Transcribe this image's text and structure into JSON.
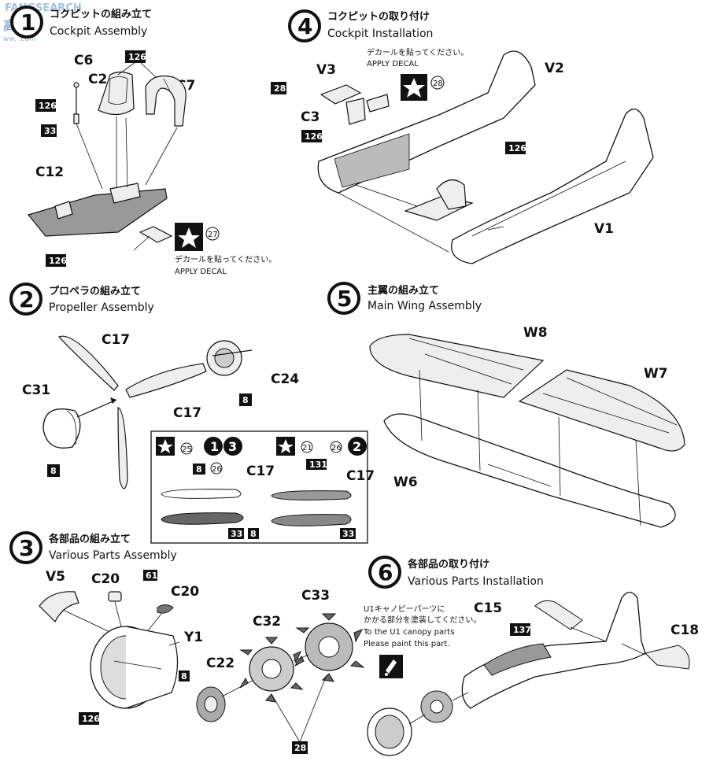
{
  "watermark": {
    "text": "FANGSEARCH",
    "site": "ww. .com",
    "cn": "高 中"
  },
  "steps": [
    {
      "num": "1",
      "jp": "コクピットの組み立て",
      "en": "Cockpit Assembly"
    },
    {
      "num": "2",
      "jp": "プロペラの組み立て",
      "en": "Propeller Assembly"
    },
    {
      "num": "3",
      "jp": "各部品の組み立て",
      "en": "Various Parts Assembly"
    },
    {
      "num": "4",
      "jp": "コクピットの取り付け",
      "en": "Cockpit Installation"
    },
    {
      "num": "5",
      "jp": "主翼の組み立て",
      "en": "Main Wing Assembly"
    },
    {
      "num": "6",
      "jp": "各部品の取り付け",
      "en": "Various Parts Installation"
    }
  ],
  "decal": {
    "jp": "デカールを貼ってください。",
    "en": "APPLY DECAL"
  },
  "paint_note": {
    "jp1": "U1キャノピーパーツに",
    "jp2": "かかる部分を塗装してください。",
    "en1": "To the U1 canopy parts",
    "en2": "Please paint this part."
  },
  "parts": {
    "c6": "C6",
    "c2": "C2",
    "c7": "C7",
    "c12": "C12",
    "v3": "V3",
    "v2": "V2",
    "c3": "C3",
    "v1": "V1",
    "c17": "C17",
    "c31": "C31",
    "c24": "C24",
    "w8": "W8",
    "w7": "W7",
    "w6": "W6",
    "v5": "V5",
    "c20": "C20",
    "y1": "Y1",
    "c33": "C33",
    "c32": "C32",
    "c22": "C22",
    "c15": "C15",
    "c18": "C18"
  },
  "codes": {
    "c126": "126",
    "c33": "33",
    "c8": "8",
    "c131": "131",
    "c61": "61",
    "c28": "28",
    "c137": "137"
  },
  "decal_nums": {
    "d27": "27",
    "d28": "28",
    "d25": "25",
    "d26": "26",
    "d21": "21"
  },
  "variant_marks": {
    "v1": "1",
    "v3": "3",
    "v2": "2"
  }
}
